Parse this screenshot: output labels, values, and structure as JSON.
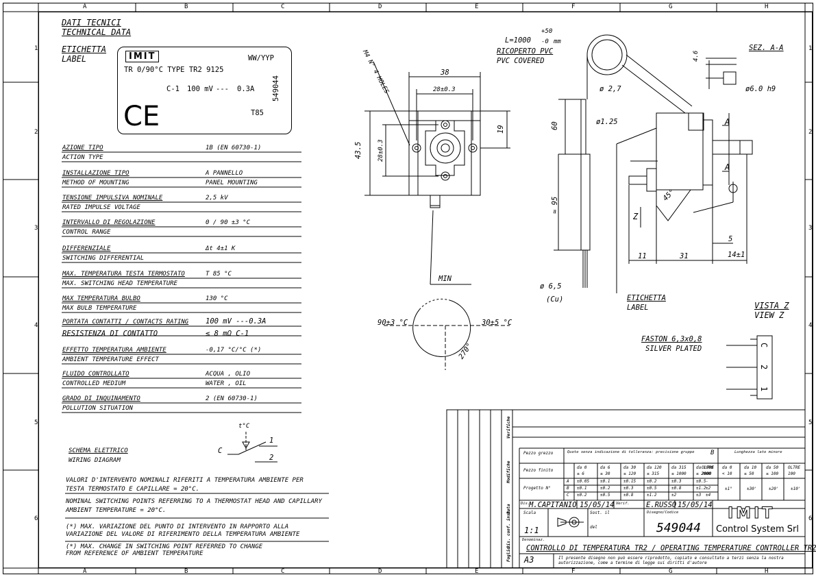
{
  "grid": {
    "columns": [
      "A",
      "B",
      "C",
      "D",
      "E",
      "F",
      "G",
      "H"
    ],
    "rows": [
      "1",
      "2",
      "3",
      "4",
      "5",
      "6"
    ]
  },
  "header": {
    "title_it": "DATI TECNICI",
    "title_en": "TECHNICAL DATA",
    "label_it": "ETICHETTA",
    "label_en": "LABEL"
  },
  "product_label": {
    "brand": "IMIT",
    "code": "WW/YYP",
    "line1": "TR 0/90°C TYPE TR2 9125",
    "line2_a": "C-1",
    "line2_b": "100 mV",
    "line2_c": "0.3A",
    "ce": "CE",
    "t": "T85",
    "part_no": "549044"
  },
  "specs": [
    {
      "it": "AZIONE TIPO",
      "en": "ACTION TYPE",
      "val": "1B (EN 60730-1)"
    },
    {
      "it": "INSTALLAZIONE TIPO",
      "en": "METHOD OF MOUNTING",
      "val": "A PANNELLO",
      "val2": "PANEL MOUNTING"
    },
    {
      "it": "TENSIONE IMPULSIVA NOMINALE",
      "en": "RATED IMPULSE VOLTAGE",
      "val": "2,5 kV"
    },
    {
      "it": "INTERVALLO DI REGOLAZIONE",
      "en": "CONTROL RANGE",
      "val": "0 / 90 ±3 °C"
    },
    {
      "it": "DIFFERENZIALE",
      "en": "SWITCHING DIFFERENTIAL",
      "val": "Δt 4±1 K"
    },
    {
      "it": "MAX. TEMPERATURA TESTA TERMOSTATO",
      "en": "MAX. SWITCHING HEAD TEMPERATURE",
      "val": "T 85 °C"
    },
    {
      "it": "MAX TEMPERATURA BULBO",
      "en": "MAX BULB TEMPERATURE",
      "val": "130 °C"
    },
    {
      "it": "PORTATA CONTATTI / CONTACTS RATING",
      "en": "RESISTENZA DI CONTATTO",
      "val": "100 mV ---0.3A",
      "val2": "≤ 8 mΩ     C-1"
    },
    {
      "it": "EFFETTO TEMPERATURA AMBIENTE",
      "en": "AMBIENT TEMPERATURE EFFECT",
      "val": "-0,17 °C/°C   (*)"
    },
    {
      "it": "FLUIDO CONTROLLATO",
      "en": "CONTROLLED MEDIUM",
      "val": "ACQUA , OLIO",
      "val2": "WATER , OIL"
    },
    {
      "it": "GRADO DI INQUINAMENTO",
      "en": "POLLUTION SITUATION",
      "val": "2 (EN 60730-1)"
    }
  ],
  "wiring": {
    "it": "SCHEMA ELETTRICO",
    "en": "WIRING DIAGRAM",
    "t_label": "t°C",
    "c": "C",
    "one": "1",
    "two": "2"
  },
  "notes": {
    "n1": "VALORI D'INTERVENTO NOMINALI RIFERITI A TEMPERATURA AMBIENTE PER",
    "n2": "TESTA TERMOSTATO E CAPILLARE = 20°C.",
    "n3": "NOMINAL SWITCHING POINTS REFERRING TO A THERMOSTAT HEAD AND CAPILLARY",
    "n4": "AMBIENT TEMPERATURE = 20°C.",
    "n5": "(*) MAX. VARIAZIONE DEL PUNTO DI INTERVENTO IN RAPPORTO ALLA",
    "n6": "VARIAZIONE DEL VALORE DI RIFERIMENTO DELLA TEMPERATURA AMBIENTE",
    "n7": "(*) MAX. CHANGE IN SWITCHING  POINT REFERRED TO CHANGE",
    "n8": "FROM REFERENCE OF AMBIENT TEMPERATURE"
  },
  "front_view": {
    "holes": "M4 N° 4 HOLES",
    "w38": "38",
    "w28": "28±0.3",
    "h43": "43.5",
    "h28": "28±0.3",
    "h19": "19",
    "min": "MIN",
    "deg90": "90±3 °C",
    "deg30": "30±5 °C",
    "deg270": "270°"
  },
  "side_view": {
    "length": "L=1000",
    "tol_plus": "+50",
    "tol_minus": "-0",
    "unit": "mm",
    "pvc_it": "RICOPERTO PVC",
    "pvc_en": "PVC COVERED",
    "d27": "ø 2,7",
    "d125": "ø1.25",
    "l60": "60",
    "l95": "≈ 95",
    "d65": "ø 6,5",
    "cu": "(Cu)",
    "etic_it": "ETICHETTA",
    "etic_en": "LABEL",
    "a1": "A",
    "a2": "A",
    "deg45": "45°",
    "z": "Z",
    "l11": "11",
    "l31": "31",
    "l14": "14±1",
    "l5": "5",
    "sez": "SEZ. A-A",
    "h46": "4.6",
    "d60": "ø6.0 h9"
  },
  "view_z": {
    "it": "VISTA Z",
    "en": "VIEW Z",
    "faston_it": "FASTON  6,3x0,8",
    "faston_en": "SILVER PLATED",
    "c": "C",
    "two": "2",
    "one": "1"
  },
  "title_block": {
    "side_labels": [
      "Verifiche",
      "Modifiche",
      "Data",
      "Dis. conf. inst.",
      "Foglio"
    ],
    "pezzo_grezzo": "Pezzo grezzo",
    "pezzo_finito": "Pezzo finito",
    "progetto": "Progetto N°",
    "tol_header": "Quote senza indicazione di tolleranza: precisione gruppo",
    "tol_group": "B",
    "ang_header": "Lunghezza lato minore",
    "lin_cols": [
      "da 0\n≤ 6",
      "da 6\n≤ 30",
      "da 30\n≤ 120",
      "da 120\n≤ 315",
      "da 315\n≤ 1000",
      "da 1000\n≤ 2000",
      "OLTRE\n2000"
    ],
    "ang_cols": [
      "da 0\n< 10",
      "da 10\n≤ 50",
      "da 50\n≤ 100",
      "OLTRE\n100"
    ],
    "row_a": [
      "A",
      "±0.05",
      "±0.1",
      "±0.15",
      "±0.2",
      "±0.3",
      "±0.5",
      "-"
    ],
    "row_b": [
      "B",
      "±0.1",
      "±0.2",
      "±0.3",
      "±0.5",
      "±0.8",
      "±1.2",
      "±2"
    ],
    "row_c": [
      "C",
      "±0.2",
      "±0.5",
      "±0.8",
      "±1.2",
      "±2",
      "±3",
      "±4"
    ],
    "ang_vals": [
      "±1°",
      "±30'",
      "±20'",
      "±10'"
    ],
    "disegn_lbl": "Dis.",
    "disegnatore": "M.CAPITANIO",
    "date1": "15/05/14",
    "verif_lbl": "Verif.",
    "verificatore": "E.RUSSO",
    "date2": "15/05/14",
    "scala_lbl": "Scala",
    "scala": "1:1",
    "sost_lbl": "Sost. il",
    "del_lbl": "del",
    "dis_code_lbl": "Disegno/Codice",
    "dis_code": "549044",
    "brand": "IMIT",
    "company": "Control System Srl",
    "denom_lbl": "Denominaz.",
    "denom": "CONTROLLO DI TEMPERATURA TR2 / OPERATING TEMPERATURE CONTROLLER TR2",
    "format": "A3",
    "legal": "Il presente disegno non può essere riprodotto, copiato e consultato a terzi senza la nostra autorizzazione, come a termine di legge sui diritti d'autore"
  }
}
